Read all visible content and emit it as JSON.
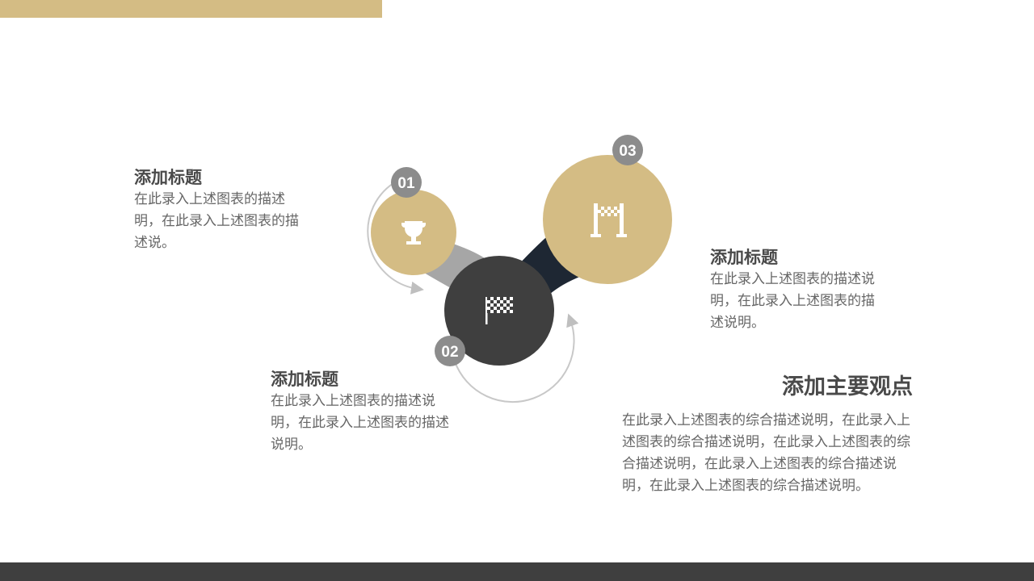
{
  "colors": {
    "gold": "#D4BC84",
    "dark": "#3F3F3F",
    "navy": "#1E2733",
    "gray": "#A6A6A6",
    "badge": "#8C8C8C"
  },
  "nodes": [
    {
      "number": "01",
      "icon": "trophy-icon"
    },
    {
      "number": "02",
      "icon": "checkered-flag-icon"
    },
    {
      "number": "03",
      "icon": "finish-line-icon"
    }
  ],
  "blocks": [
    {
      "title": "添加标题",
      "desc": "在此录入上述图表的描述明，在此录入上述图表的描述说。"
    },
    {
      "title": "添加标题",
      "desc": "在此录入上述图表的描述说明，在此录入上述图表的描述说明。"
    },
    {
      "title": "添加标题",
      "desc": "在此录入上述图表的描述说明，在此录入上述图表的描述说明。"
    }
  ],
  "main": {
    "title": "添加主要观点",
    "desc": "在此录入上述图表的综合描述说明，在此录入上述图表的综合描述说明，在此录入上述图表的综合描述说明，在此录入上述图表的综合描述说明，在此录入上述图表的综合描述说明。"
  }
}
